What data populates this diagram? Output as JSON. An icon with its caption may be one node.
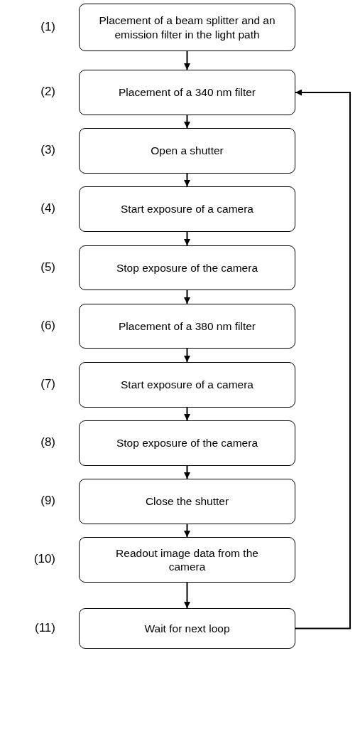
{
  "diagram": {
    "nodes": [
      {
        "text": [
          "Placement of a beam splitter and an emission filter in the light path"
        ],
        "beside": [
          "(1)"
        ]
      },
      {
        "text": [
          "Placement of a 340 nm filter"
        ],
        "beside": [
          "(2)"
        ]
      },
      {
        "text": [
          "Open a shutter"
        ],
        "beside": [
          "(3)"
        ]
      },
      {
        "text": [
          "Start exposure of a camera"
        ],
        "beside": [
          "(4)"
        ]
      },
      {
        "text": [
          "Stop exposure of the camera"
        ],
        "beside": [
          "(5)"
        ]
      },
      {
        "text": [
          "Placement of a 380 nm filter"
        ],
        "beside": [
          "(6)"
        ]
      },
      {
        "text": [
          "Start exposure of a camera"
        ],
        "beside": [
          "(7)"
        ]
      },
      {
        "text": [
          "Stop exposure of the camera"
        ],
        "beside": [
          "(8)"
        ]
      },
      {
        "text": [
          "Close the shutter"
        ],
        "beside": [
          "(9)"
        ]
      },
      {
        "text": [
          "Readout image data from the camera"
        ],
        "beside": [
          "(10)"
        ]
      },
      {
        "text": [
          "Wait for next loop"
        ],
        "beside": [
          "(11)"
        ]
      }
    ],
    "edges": [
      {
        "from": 0,
        "to": 1,
        "arrow": "to"
      },
      {
        "from": 1,
        "to": 2,
        "arrow": "to"
      },
      {
        "from": 2,
        "to": 3,
        "arrow": "to"
      },
      {
        "from": 3,
        "to": 4,
        "arrow": "to"
      },
      {
        "from": 4,
        "to": 5,
        "arrow": "to"
      },
      {
        "from": 5,
        "to": 6,
        "arrow": "to"
      },
      {
        "from": 6,
        "to": 7,
        "arrow": "to"
      },
      {
        "from": 7,
        "to": 8,
        "arrow": "to"
      },
      {
        "from": 8,
        "to": 9,
        "arrow": "to"
      },
      {
        "from": 9,
        "to": 10,
        "arrow": "to"
      },
      {
        "from": 10,
        "to": 1,
        "arrow": "to"
      }
    ]
  }
}
